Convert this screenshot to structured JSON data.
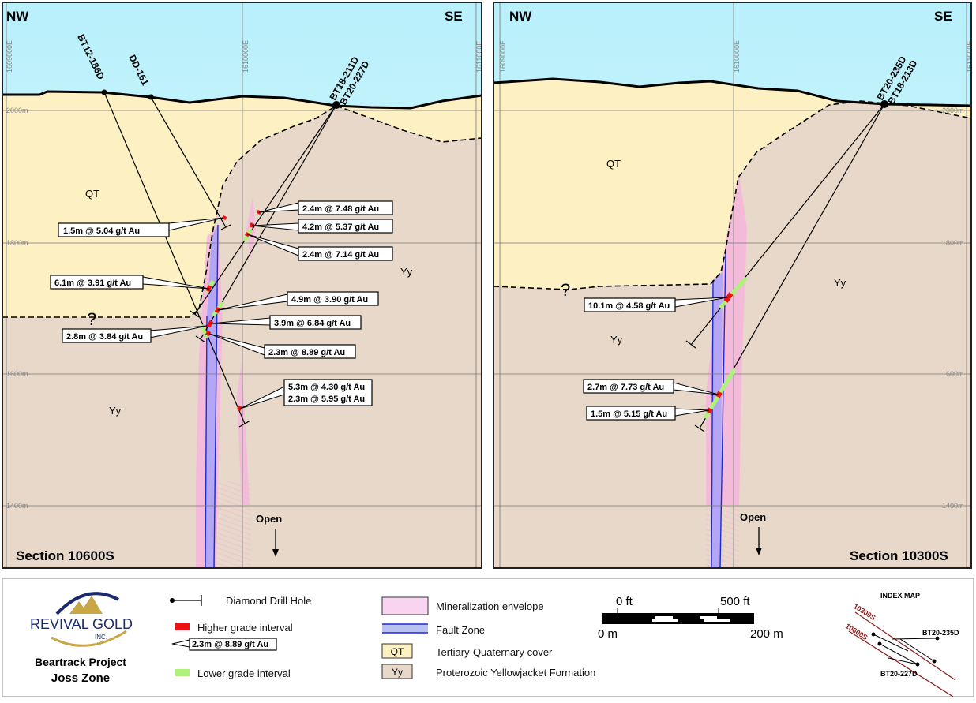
{
  "colors": {
    "sky": "#c4f3fb",
    "qt": "#fdf0c3",
    "yy": "#e8d8c9",
    "envelope": "#f4b6dc",
    "fault": "#a9a8f5",
    "fault_line": "#1b2bd6",
    "high": "#ee1111",
    "low": "#aef27a",
    "index_line": "#8b1a1a"
  },
  "sections": [
    {
      "name": "Section 10600S",
      "nw": "NW",
      "se": "SE",
      "eastings": [
        "1609000E",
        "1610000E",
        "1611000E"
      ],
      "elevations": [
        "2000m",
        "1800m",
        "1600m",
        "1400m"
      ],
      "holes": [
        "BT12-186D",
        "DD-161",
        "BT18-211D",
        "BT20-227D"
      ],
      "units": [
        "QT",
        "Yy",
        "Yy"
      ],
      "unknown": "?",
      "open": "Open",
      "intercepts": [
        "1.5m @ 5.04 g/t Au",
        "2.4m @ 7.48 g/t Au",
        "4.2m @ 5.37 g/t Au",
        "2.4m @ 7.14 g/t Au",
        "6.1m @ 3.91 g/t Au",
        "4.9m @ 3.90 g/t Au",
        "3.9m @ 6.84 g/t Au",
        "2.8m @ 3.84 g/t Au",
        "2.3m @ 8.89 g/t Au",
        "5.3m @ 4.30 g/t Au",
        "2.3m @ 5.95 g/t Au"
      ]
    },
    {
      "name": "Section 10300S",
      "nw": "NW",
      "se": "SE",
      "eastings": [
        "1609000E",
        "1610000E",
        "1611000E"
      ],
      "elevations": [
        "2000m",
        "1800m",
        "1600m",
        "1400m"
      ],
      "holes": [
        "BT20-235D",
        "BT18-213D"
      ],
      "units": [
        "QT",
        "Yy",
        "Yy"
      ],
      "unknown": "?",
      "open": "Open",
      "intercepts": [
        "10.1m @ 4.58 g/t Au",
        "2.7m @ 7.73 g/t Au",
        "1.5m @ 5.15 g/t Au"
      ]
    }
  ],
  "legend": {
    "logo": {
      "name": "REVIVAL GOLD",
      "inc": "INC."
    },
    "project": "Beartrack Project",
    "zone": "Joss Zone",
    "drill_hole": "Diamond Drill Hole",
    "higher": "Higher grade interval",
    "example": "2.3m @ 8.89 g/t Au",
    "lower": "Lower grade interval",
    "envelope": "Mineralization envelope",
    "fault": "Fault Zone",
    "qt_code": "QT",
    "qt": "Tertiary-Quaternary cover",
    "yy_code": "Yy",
    "yy": "Proterozoic Yellowjacket Formation",
    "scale": {
      "ft0": "0 ft",
      "ft500": "500 ft",
      "m0": "0 m",
      "m200": "200 m"
    },
    "index": {
      "title": "INDEX MAP",
      "sec1": "10300S",
      "sec2": "10600S",
      "hole1": "BT20-235D",
      "hole2": "BT20-227D"
    }
  }
}
